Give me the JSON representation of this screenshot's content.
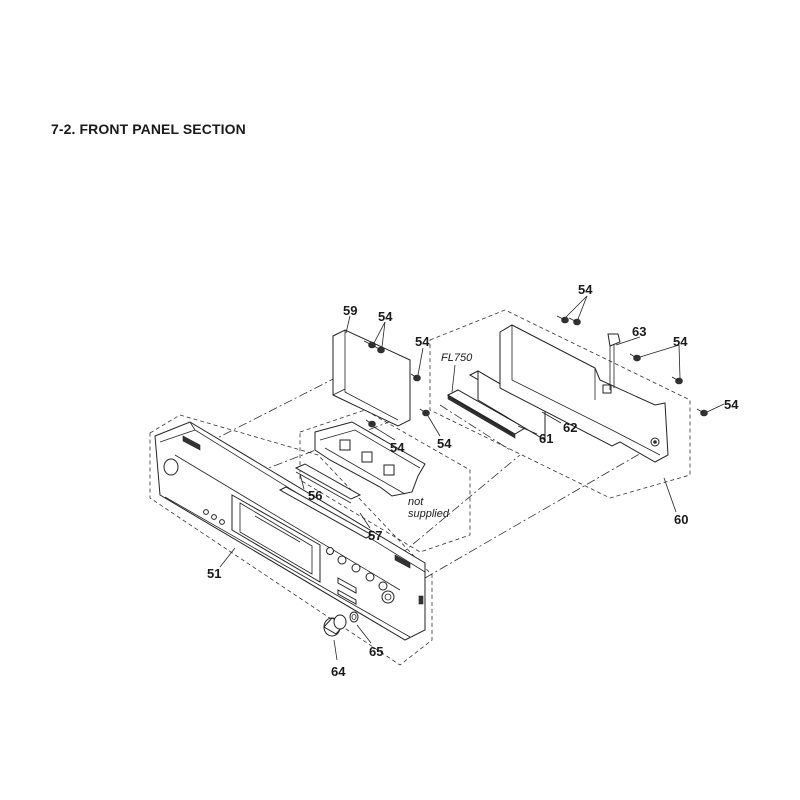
{
  "title": "7-2. FRONT PANEL SECTION",
  "labels": {
    "p51": "51",
    "p54_a": "54",
    "p54_b": "54",
    "p54_c": "54",
    "p54_d": "54",
    "p54_e": "54",
    "p54_f": "54",
    "p54_g": "54",
    "p56": "56",
    "p57": "57",
    "p59": "59",
    "p60": "60",
    "p61": "61",
    "p62": "62",
    "p63": "63",
    "p64": "64",
    "p65": "65",
    "fl750": "FL750",
    "not": "not",
    "supplied": "supplied"
  }
}
